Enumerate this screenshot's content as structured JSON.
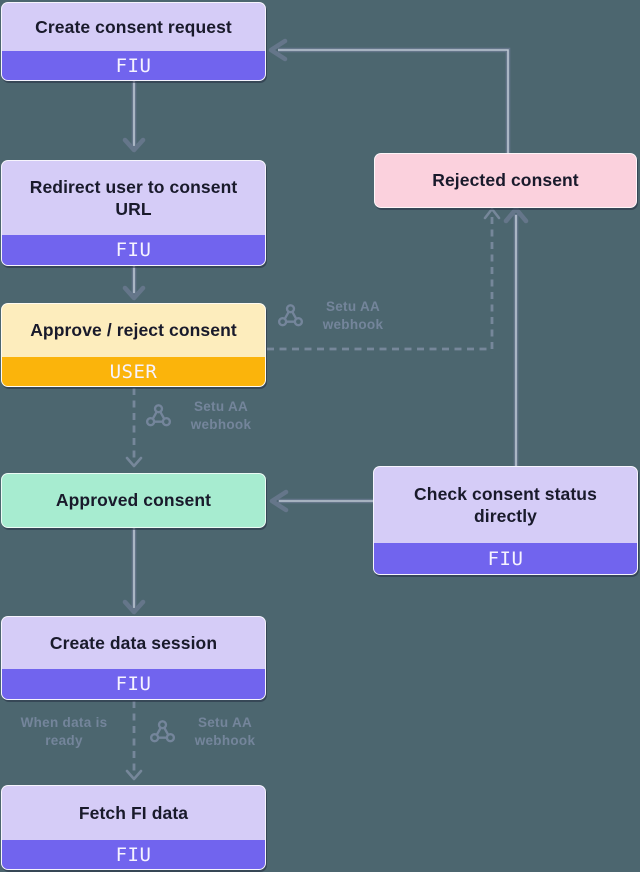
{
  "colors": {
    "background": "#4c666f",
    "box_purple_light": "#d5ccf7",
    "band_purple": "#7164ee",
    "box_yellow": "#fdedbd",
    "band_orange": "#fbb40b",
    "box_green": "#a7ecd0",
    "box_pink": "#fbd1dd",
    "text_dark": "#191a2b",
    "text_band": "#f6f3ff",
    "connector": "#65768a",
    "connector_core": "#bcc6d2",
    "connector_dash": "#76879a",
    "note_text": "#74859b"
  },
  "nodes": {
    "create_consent_request": {
      "title": "Create consent request",
      "actor": "FIU"
    },
    "redirect_user": {
      "title": "Redirect user to consent URL",
      "actor": "FIU"
    },
    "approve_reject": {
      "title": "Approve / reject consent",
      "actor": "USER"
    },
    "approved_consent": {
      "title": "Approved consent"
    },
    "create_data_session": {
      "title": "Create data session",
      "actor": "FIU"
    },
    "fetch_fi_data": {
      "title": "Fetch FI data",
      "actor": "FIU"
    },
    "rejected_consent": {
      "title": "Rejected consent"
    },
    "check_consent_status": {
      "title": "Check consent status directly",
      "actor": "FIU"
    }
  },
  "annotations": {
    "webhook_reject": {
      "text": "Setu AA webhook",
      "icon": "webhook-icon"
    },
    "webhook_approve": {
      "text": "Setu AA webhook",
      "icon": "webhook-icon"
    },
    "when_data_ready": {
      "text": "When data is ready"
    },
    "webhook_data_ready": {
      "text": "Setu AA webhook",
      "icon": "webhook-icon"
    }
  },
  "edges": [
    {
      "from": "create_consent_request",
      "to": "redirect_user",
      "style": "solid"
    },
    {
      "from": "redirect_user",
      "to": "approve_reject",
      "style": "solid"
    },
    {
      "from": "approve_reject",
      "to": "approved_consent",
      "style": "dashed",
      "label": "Setu AA webhook"
    },
    {
      "from": "approve_reject",
      "to": "rejected_consent",
      "style": "dashed",
      "label": "Setu AA webhook"
    },
    {
      "from": "approved_consent",
      "to": "create_data_session",
      "style": "solid"
    },
    {
      "from": "create_data_session",
      "to": "fetch_fi_data",
      "style": "dashed",
      "label": "When data is ready / Setu AA webhook"
    },
    {
      "from": "rejected_consent",
      "to": "create_consent_request",
      "style": "solid"
    },
    {
      "from": "check_consent_status",
      "to": "rejected_consent",
      "style": "solid"
    },
    {
      "from": "check_consent_status",
      "to": "approved_consent",
      "style": "solid"
    }
  ]
}
